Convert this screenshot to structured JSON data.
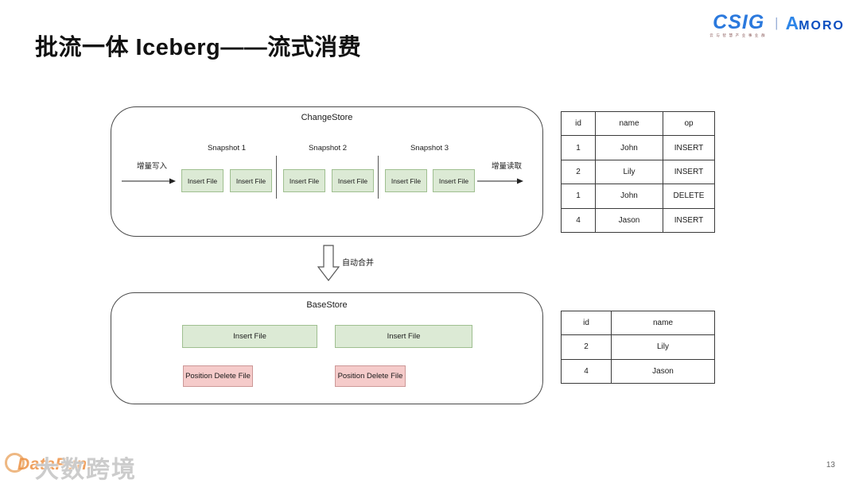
{
  "slide": {
    "title": "批流一体 Iceberg——流式消费",
    "page_number": "13"
  },
  "logos": {
    "csig": "CSIG",
    "csig_tagline": "云与智慧产业事业群",
    "separator": "|",
    "amoro_a": "A",
    "amoro_rest": "MORO"
  },
  "watermark": {
    "datafun": "DataFun.",
    "overlay": "大数跨境"
  },
  "diagram": {
    "change_store": {
      "title": "ChangeStore",
      "write_arrow_label": "增量写入",
      "read_arrow_label": "增量读取",
      "snapshots": [
        {
          "label": "Snapshot 1",
          "files": [
            "Insert File",
            "Insert File"
          ]
        },
        {
          "label": "Snapshot 2",
          "files": [
            "Insert File",
            "Insert File"
          ]
        },
        {
          "label": "Snapshot 3",
          "files": [
            "Insert File",
            "Insert File"
          ]
        }
      ]
    },
    "merge_arrow_label": "自动合并",
    "base_store": {
      "title": "BaseStore",
      "insert_files": [
        "Insert File",
        "Insert File"
      ],
      "delete_files": [
        "Position Delete File",
        "Position Delete File"
      ]
    }
  },
  "tables": {
    "change_table": {
      "headers": [
        "id",
        "name",
        "op"
      ],
      "rows": [
        [
          "1",
          "John",
          "INSERT"
        ],
        [
          "2",
          "Lily",
          "INSERT"
        ],
        [
          "1",
          "John",
          "DELETE"
        ],
        [
          "4",
          "Jason",
          "INSERT"
        ]
      ]
    },
    "base_table": {
      "headers": [
        "id",
        "name"
      ],
      "rows": [
        [
          "2",
          "Lily"
        ],
        [
          "4",
          "Jason"
        ]
      ]
    }
  },
  "colors": {
    "insert_fill": "#dcead5",
    "insert_border": "#9fbf90",
    "delete_fill": "#f5cbca",
    "delete_border": "#cc9897",
    "csig_blue": "#2b79dd",
    "amoro_a_blue": "#2e86e8",
    "amoro_blue": "#0a4ec0"
  }
}
